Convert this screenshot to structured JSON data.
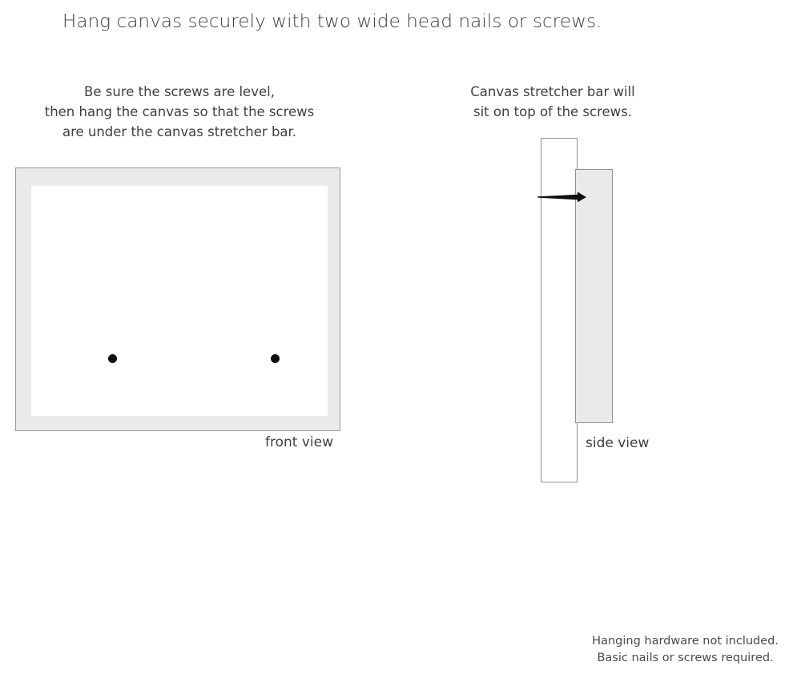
{
  "title": "Hang canvas securely with two wide head nails or screws.",
  "captions": {
    "left": {
      "line1": "Be sure the screws are level,",
      "line2": "then hang the canvas so that the screws",
      "line3": "are under the canvas stretcher bar."
    },
    "right": {
      "line1": "Canvas stretcher bar will",
      "line2": "sit on top of the screws."
    }
  },
  "labels": {
    "front_view": "front view",
    "side_view": "side view"
  },
  "footer": {
    "line1": "Hanging hardware not included.",
    "line2": "Basic nails or screws required."
  },
  "colors": {
    "frame_gray": "#eaeaea",
    "outline_gray": "#8f8f8f",
    "canvas_white": "#ffffff",
    "screw_black": "#0d0d0d",
    "text": "#3f3f3f"
  },
  "diagram": {
    "front_view": {
      "screw_count": 2,
      "screw_left_label": "screw-dot-left",
      "screw_right_label": "screw-dot-right"
    },
    "side_view": {
      "wall_label": "wall-bar",
      "stretcher_label": "stretcher-bar",
      "canvas_label": "canvas-face",
      "nail_label": "nail"
    }
  }
}
